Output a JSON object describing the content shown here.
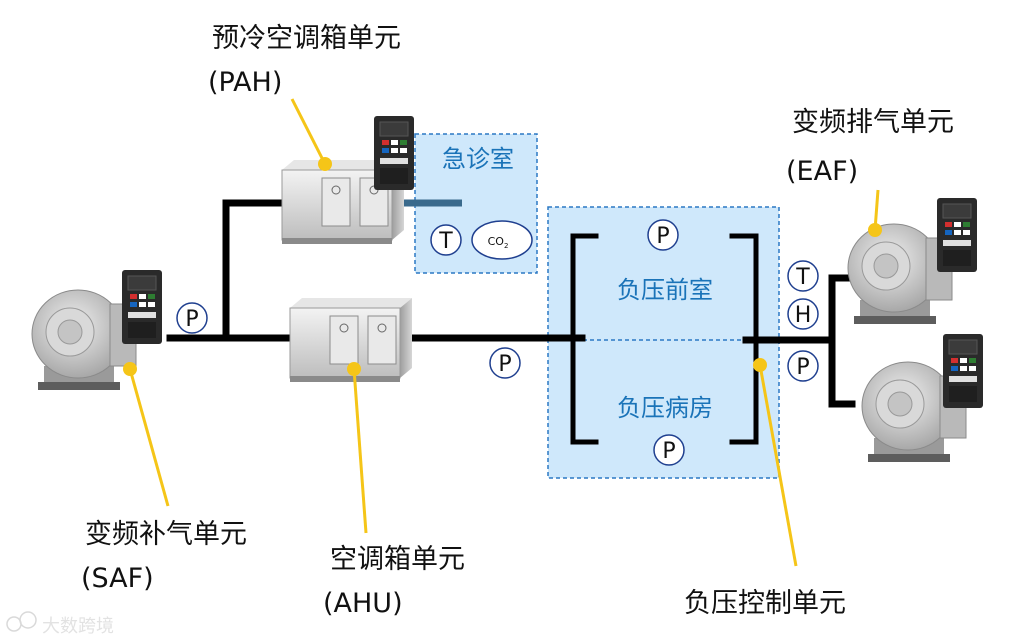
{
  "labels": {
    "pah_name": "预冷空调箱单元",
    "pah_code": "(PAH)",
    "eaf_name": "变频排气单元",
    "eaf_code": "(EAF)",
    "saf_name": "变频补气单元",
    "saf_code": "(SAF)",
    "ahu_name": "空调箱单元",
    "ahu_code": "(AHU)",
    "npc_name": "负压控制单元"
  },
  "rooms": {
    "emergency": "急诊室",
    "anteroom": "负压前室",
    "ward": "负压病房"
  },
  "sensors": {
    "p": "P",
    "t": "T",
    "h": "H",
    "co2": "CO",
    "co2_sub": "2"
  },
  "watermark": "大数跨境",
  "colors": {
    "duct": "#000000",
    "room_fill": "#cfe8fb",
    "room_border": "#2b78c4",
    "room_text": "#1a73b8",
    "sensor_border": "#1f3f8f",
    "pointer": "#f5c518"
  }
}
